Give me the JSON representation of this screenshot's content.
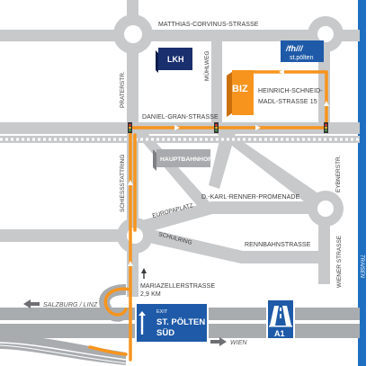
{
  "streets": {
    "matthias": "MATTHIAS-CORVINUS-STRASSE",
    "mühlweg": "MÜHLWEG",
    "prater": "PRATERSTR.",
    "daniel": "DANIEL-GRAN-STRASSE",
    "schiess": "SCHIESSSTATTRING",
    "europa": "EUROPAPLATZ",
    "renner": "D.-KARL-RENNER-PROMENADE",
    "schulring": "SCHULRING",
    "rennbahn": "RENNBAHNSTRASSE",
    "eybner": "EYBNERSTR.",
    "wiener": "WIENER STRASSE",
    "traisen": "TRAISEN",
    "mariazeller": "MARIAZELLERSTRASSE",
    "mariazeller_dist": "2,9 KM"
  },
  "buildings": {
    "lkh": "LKH",
    "biz": "BIZ",
    "biz_addr_1": "HEINRICH-SCHNEID-",
    "biz_addr_2": "MADL-STRASSE 15",
    "hbf": "HAUPTBAHNHOF",
    "fh_1": "/fh///",
    "fh_2": "st.pölten"
  },
  "highway": {
    "dir_left": "SALZBURG / LINZ",
    "dir_right": "WIEN",
    "exit_small": "EXIT",
    "exit_line1": "ST. PÖLTEN",
    "exit_line2": "SÜD",
    "route": "A1"
  },
  "colors": {
    "road": "#c7c9cb",
    "route": "#f7941d",
    "river": "#1f6fc0",
    "sign_blue": "#1e5aa8",
    "building_navy": "#1a2f6e",
    "biz_orange": "#f7941d",
    "hbf_gray": "#a8aaad"
  }
}
